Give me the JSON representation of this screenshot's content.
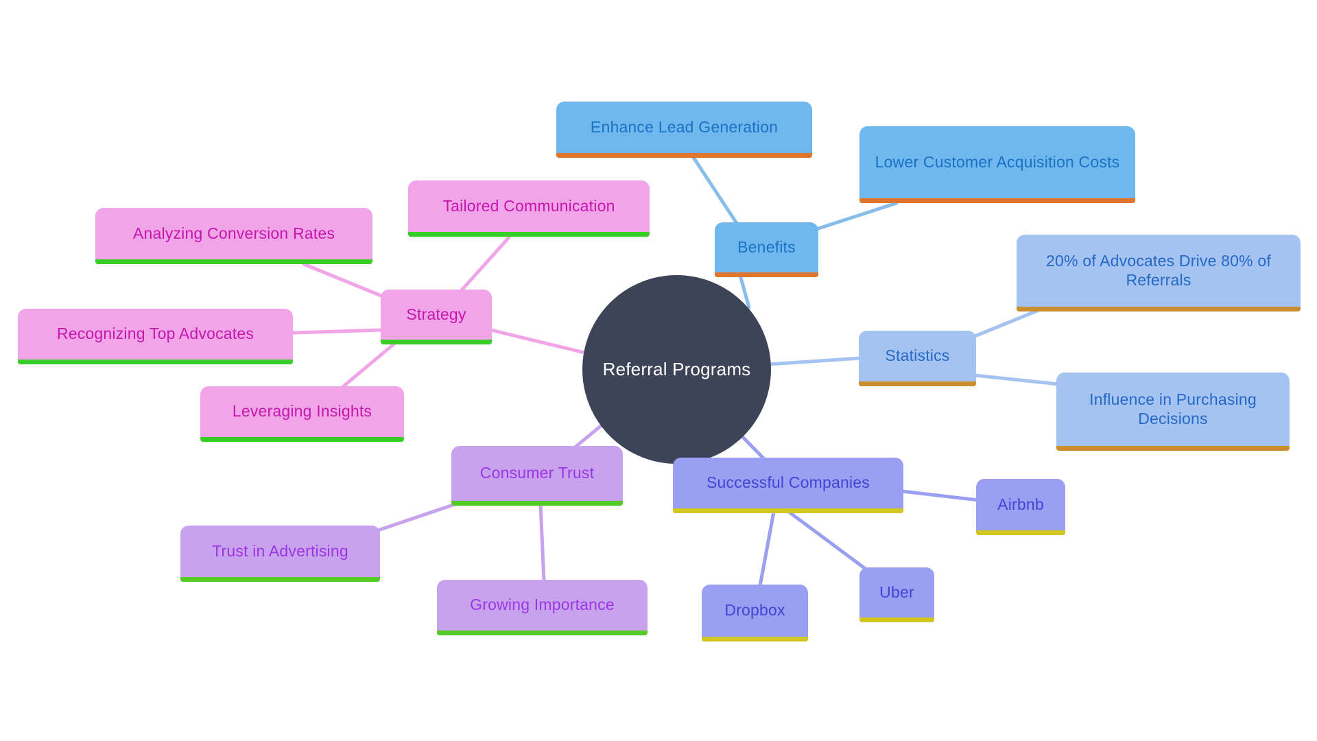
{
  "diagram": {
    "type": "mindmap",
    "title": "Referral Programs"
  },
  "branches": {
    "root": {
      "fill": "#3d4458",
      "text": "#ffffff",
      "link": "#3d4458"
    },
    "benefits": {
      "fill": "#70b7ee",
      "text": "#1a72c4",
      "underline": "#e0762e",
      "link": "#88bce9"
    },
    "statistics": {
      "fill": "#a4c3f1",
      "text": "#2569c6",
      "underline": "#cb8e2d",
      "link": "#a4c3f1"
    },
    "companies": {
      "fill": "#9a9ff1",
      "text": "#3f46d4",
      "underline": "#d2c71e",
      "link": "#9a9ff1"
    },
    "trust": {
      "fill": "#c9a2ee",
      "text": "#9c35e3",
      "underline": "#55cb25",
      "link": "#c9a2ee"
    },
    "strategy": {
      "fill": "#f2a4e8",
      "text": "#c517ae",
      "underline": "#38cd27",
      "link": "#f2a4e8"
    }
  },
  "nodes": {
    "root": {
      "label": "Referral Programs",
      "branch": "root",
      "parent": null
    },
    "benefits": {
      "label": "Benefits",
      "branch": "benefits",
      "parent": "root"
    },
    "elg": {
      "label": "Enhance Lead Generation",
      "branch": "benefits",
      "parent": "benefits"
    },
    "lcac": {
      "label": "Lower Customer Acquisition Costs",
      "branch": "benefits",
      "parent": "benefits"
    },
    "stats": {
      "label": "Statistics",
      "branch": "statistics",
      "parent": "root"
    },
    "adv": {
      "label": "20% of Advocates Drive 80% of Referrals",
      "branch": "statistics",
      "parent": "stats"
    },
    "influence": {
      "label": "Influence in Purchasing Decisions",
      "branch": "statistics",
      "parent": "stats"
    },
    "companies": {
      "label": "Successful Companies",
      "branch": "companies",
      "parent": "root"
    },
    "airbnb": {
      "label": "Airbnb",
      "branch": "companies",
      "parent": "companies"
    },
    "uber": {
      "label": "Uber",
      "branch": "companies",
      "parent": "companies"
    },
    "dropbox": {
      "label": "Dropbox",
      "branch": "companies",
      "parent": "companies"
    },
    "trust": {
      "label": "Consumer Trust",
      "branch": "trust",
      "parent": "root"
    },
    "tia": {
      "label": "Trust in Advertising",
      "branch": "trust",
      "parent": "trust"
    },
    "growing": {
      "label": "Growing Importance",
      "branch": "trust",
      "parent": "trust"
    },
    "strategy": {
      "label": "Strategy",
      "branch": "strategy",
      "parent": "root"
    },
    "tailored": {
      "label": "Tailored Communication",
      "branch": "strategy",
      "parent": "strategy"
    },
    "analyzing": {
      "label": "Analyzing Conversion Rates",
      "branch": "strategy",
      "parent": "strategy"
    },
    "recognizing": {
      "label": "Recognizing Top Advocates",
      "branch": "strategy",
      "parent": "strategy"
    },
    "leveraging": {
      "label": "Leveraging Insights",
      "branch": "strategy",
      "parent": "strategy"
    }
  }
}
